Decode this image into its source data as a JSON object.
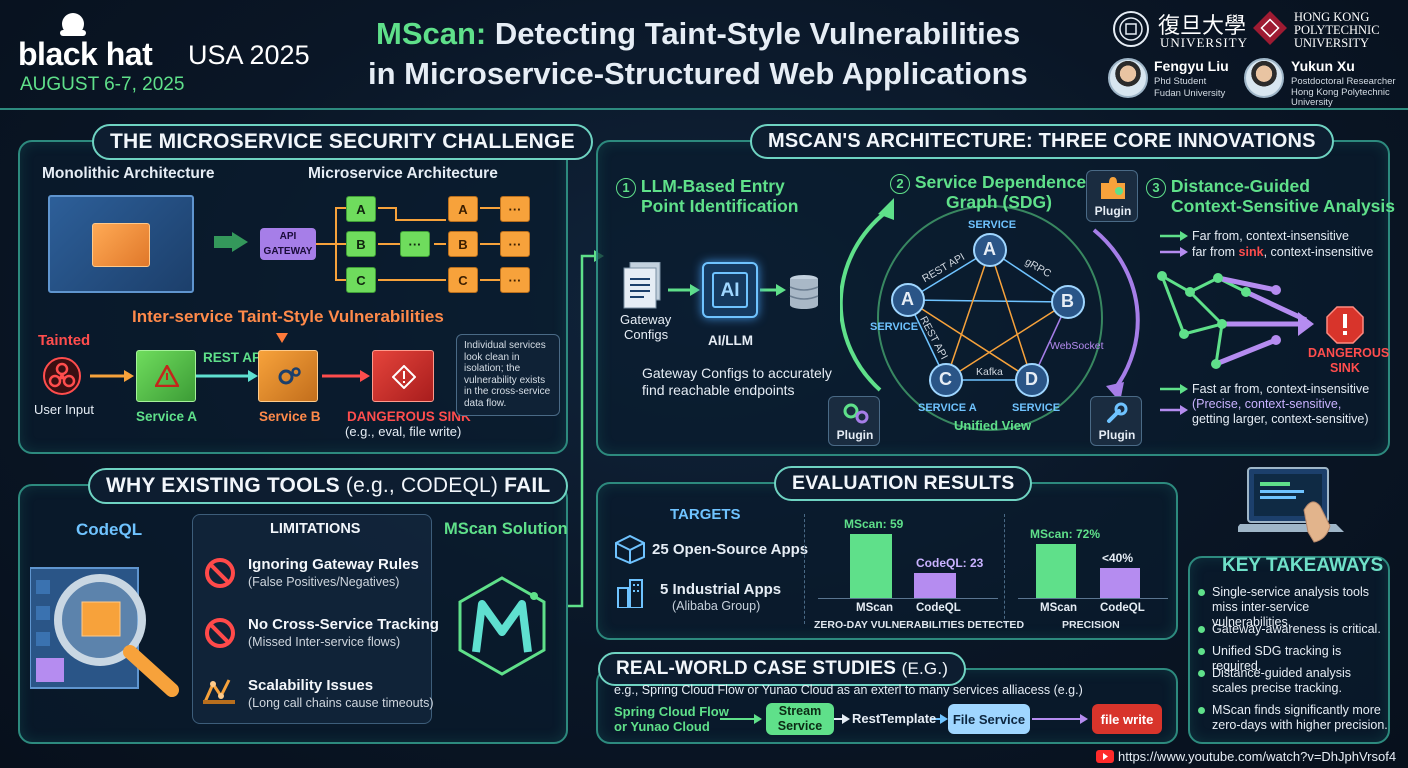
{
  "header": {
    "brand": "black hat",
    "event": "USA 2025",
    "date": "AUGUST 6-7, 2025",
    "title_accent": "MScan:",
    "title_line1_rest": "Detecting Taint-Style Vulnerabilities",
    "title_line2": "in Microservice-Structured Web Applications",
    "univ1": "UNIVERSITY",
    "univ1_cn": "復旦大學",
    "univ2_line1": "HONG KONG",
    "univ2_line2": "POLYTECHNIC",
    "univ2_line3": "UNIVERSITY",
    "author1_name": "Fengyu Liu",
    "author1_role": "Phd Student",
    "author1_org": "Fudan University",
    "author2_name": "Yukun Xu",
    "author2_role": "Postdoctoral Researcher",
    "author2_org1": "Hong Kong Polytechnic",
    "author2_org2": "University"
  },
  "challenge": {
    "title": "THE MICROSERVICE SECURITY CHALLENGE",
    "mono_label": "Monolithic Architecture",
    "micro_label": "Microservice Architecture",
    "gateway": "API GATEWAY",
    "nodes": [
      "A",
      "B",
      "C",
      "A",
      "B",
      "C"
    ],
    "inter_title": "Inter-service Taint-Style Vulnerabilities",
    "tainted": "Tainted",
    "user_input": "User Input",
    "rest_api": "REST API",
    "service_a": "Service A",
    "service_b": "Service B",
    "sink": "DANGEROUS SINK",
    "sink_eg": "(e.g., eval, file write)",
    "note": "Individual services look clean in isolation; the vulnerability exists in the cross-service data flow."
  },
  "tools": {
    "title_bold": "WHY EXISTING TOOLS",
    "title_eg": "(e.g., CODEQL)",
    "title_end": "FAIL",
    "codeql": "CodeQL",
    "limitations": "LIMITATIONS",
    "mscan_solution": "MScan Solution",
    "items": [
      {
        "title": "Ignoring Gateway Rules",
        "sub": "(False Positives/Negatives)"
      },
      {
        "title": "No Cross-Service Tracking",
        "sub": "(Missed Inter-service flows)"
      },
      {
        "title": "Scalability Issues",
        "sub": "(Long call chains cause timeouts)"
      }
    ]
  },
  "arch": {
    "title": "MSCAN'S ARCHITECTURE: THREE CORE INNOVATIONS",
    "i1_num": "1",
    "i1_l1": "LLM-Based Entry",
    "i1_l2": "Point Identification",
    "gateway_configs_1": "Gateway",
    "gateway_configs_2": "Configs",
    "ai_chip": "AI",
    "ai_llm": "AI/LLM",
    "i1_desc1": "Gateway Configs to accurately",
    "i1_desc2": "find reachable endpoints",
    "i2_num": "2",
    "i2_l1": "Service Dependence",
    "i2_l2": "Graph (SDG)",
    "plugin": "Plugin",
    "svc_label": "SERVICE",
    "svc_a2": "SERVICE A",
    "graph_nodes": [
      "A",
      "A",
      "B",
      "C",
      "D"
    ],
    "edges": [
      "REST API",
      "gRPC",
      "REST API",
      "WebSocket",
      "Kafka"
    ],
    "unified": "Unified View",
    "i3_num": "3",
    "i3_l1": "Distance-Guided",
    "i3_l2": "Context-Sensitive Analysis",
    "leg1": "Far from, context-insensitive",
    "leg2_a": "far from ",
    "leg2_b": "sink",
    "leg2_c": ", context-insensitive",
    "dangerous_1": "DANGEROUS",
    "dangerous_2": "SINK",
    "leg3": "Fast ar from, context-insensitive",
    "leg4_l1": "(Precise, context-sensitive,",
    "leg4_l2": "getting larger, context-sensitive)"
  },
  "eval": {
    "title": "EVALUATION RESULTS",
    "targets": "TARGETS",
    "t1_num": "25",
    "t1_text": "Open-Source Apps",
    "t2_num": "5",
    "t2_text": "Industrial Apps",
    "t2_sub": "(Alibaba Group)",
    "zero_day_caption": "ZERO-DAY VULNERABILITIES DETECTED",
    "precision_caption": "PRECISION"
  },
  "chart_data": [
    {
      "type": "bar",
      "categories": [
        "MScan",
        "CodeQL"
      ],
      "values": [
        59,
        23
      ],
      "value_labels": [
        "MScan: 59",
        "CodeQL: 23"
      ],
      "colors": [
        "#5fe08a",
        "#b58cf0"
      ],
      "xlabel": "ZERO-DAY VULNERABILITIES DETECTED"
    },
    {
      "type": "bar",
      "categories": [
        "MScan",
        "CodeQL"
      ],
      "values": [
        72,
        40
      ],
      "value_labels": [
        "MScan: 72%",
        "<40%"
      ],
      "colors": [
        "#5fe08a",
        "#b58cf0"
      ],
      "xlabel": "PRECISION"
    }
  ],
  "cases": {
    "title_bold": "REAL-WORLD CASE STUDIES",
    "title_eg": "(E.G.)",
    "desc": "e.g., Spring Cloud Flow or Yunao Cloud as an exterl to many services alliacess (e.g.)",
    "src_l1": "Spring Cloud Flow",
    "src_l2": "or Yunao Cloud",
    "stream_l1": "Stream",
    "stream_l2": "Service",
    "rest_template": "RestTemplate",
    "file_service": "File Service",
    "file_write": "file write"
  },
  "takeaways": {
    "title": "KEY TAKEAWAYS",
    "items": [
      "Single-service analysis tools miss inter-service vulnerabilities.",
      "Gateway-awareness is critical.",
      "Unified SDG tracking is required.",
      "Distance-guided analysis scales precise tracking.",
      "MScan finds significantly more zero-days with higher precision."
    ]
  },
  "footer": {
    "url": "https://www.youtube.com/watch?v=DhJphVrsof4"
  }
}
